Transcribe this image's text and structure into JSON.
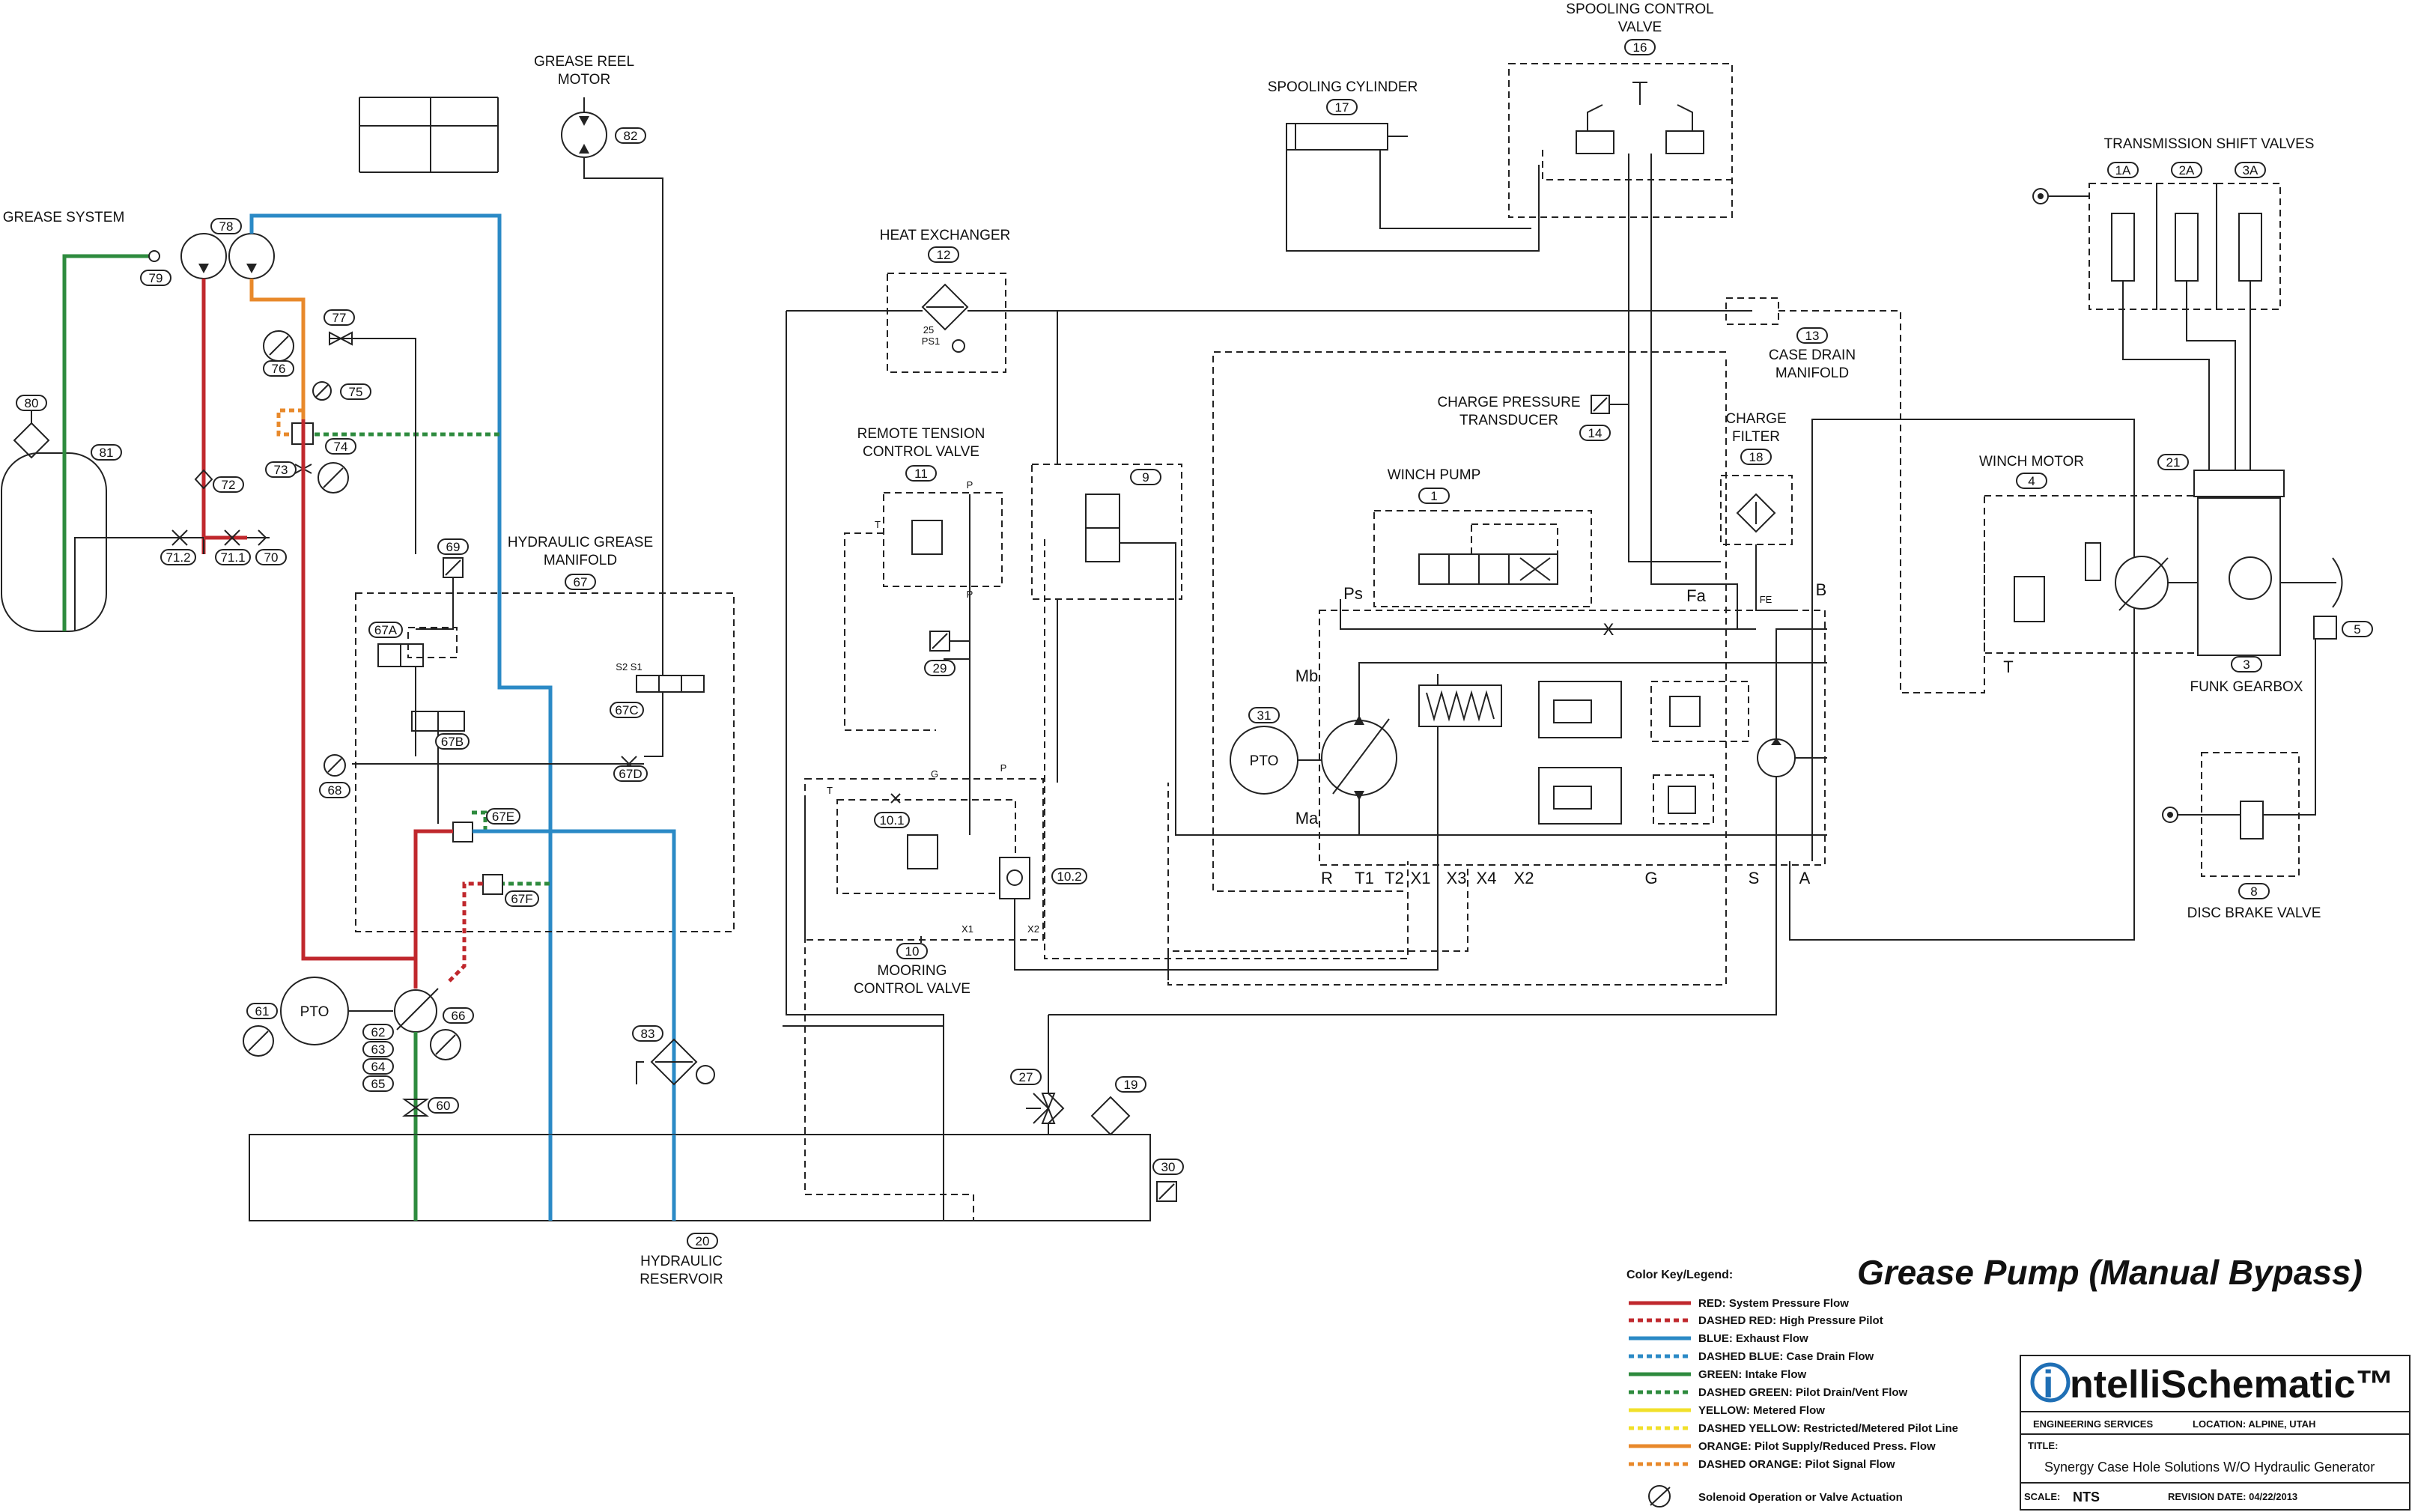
{
  "title": "Grease Pump (Manual Bypass)",
  "labels": {
    "grease_reel_motor": [
      "GREASE REEL",
      "MOTOR"
    ],
    "grease_system": "GREASE SYSTEM",
    "hydraulic_grease_manifold": [
      "HYDRAULIC GREASE",
      "MANIFOLD"
    ],
    "heat_exchanger": "HEAT EXCHANGER",
    "remote_tension_control_valve": [
      "REMOTE TENSION",
      "CONTROL VALVE"
    ],
    "mooring_control_valve": [
      "MOORING",
      "CONTROL VALVE"
    ],
    "spooling_cylinder": "SPOOLING CYLINDER",
    "spooling_control_valve": [
      "SPOOLING CONTROL",
      "VALVE"
    ],
    "case_drain_manifold": [
      "CASE DRAIN",
      "MANIFOLD"
    ],
    "charge_pressure_transducer": [
      "CHARGE PRESSURE",
      "TRANSDUCER"
    ],
    "charge_filter": [
      "CHARGE",
      "FILTER"
    ],
    "winch_pump": "WINCH PUMP",
    "winch_motor": "WINCH MOTOR",
    "transmission_shift_valves": "TRANSMISSION SHIFT VALVES",
    "funk_gearbox": "FUNK GEARBOX",
    "disc_brake_valve": "DISC BRAKE VALVE",
    "hydraulic_reservoir": [
      "HYDRAULIC",
      "RESERVOIR"
    ],
    "pto": "PTO"
  },
  "tags": {
    "t82": "82",
    "t78": "78",
    "t79": "79",
    "t80": "80",
    "t81": "81",
    "t77": "77",
    "t76": "76",
    "t75": "75",
    "t74": "74",
    "t73": "73",
    "t72": "72",
    "t712": "71.2",
    "t711": "71.1",
    "t70": "70",
    "t69": "69",
    "t67": "67",
    "t67a": "67A",
    "t67b": "67B",
    "t67c": "67C",
    "t67d": "67D",
    "t67e": "67E",
    "t67f": "67F",
    "t68": "68",
    "t61": "61",
    "t62": "62",
    "t63": "63",
    "t64": "64",
    "t65": "65",
    "t66": "66",
    "t60": "60",
    "t83": "83",
    "t20": "20",
    "t12": "12",
    "t11": "11",
    "t9": "9",
    "t29": "29",
    "t101": "10.1",
    "t102": "10.2",
    "t10": "10",
    "t27": "27",
    "t19": "19",
    "t30": "30",
    "t17": "17",
    "t16": "16",
    "t13": "13",
    "t14": "14",
    "t18": "18",
    "t1": "1",
    "t31": "31",
    "t4": "4",
    "t21": "21",
    "t1a": "1A",
    "t2a": "2A",
    "t3a": "3A",
    "t3": "3",
    "t5": "5",
    "t8": "8"
  },
  "ports": {
    "s2s1": "S2  S1",
    "p": "P",
    "t": "T",
    "g": "G",
    "x1": "X1",
    "x2": "X2",
    "ps": "Ps",
    "fa": "Fa",
    "fe": "FE",
    "b": "B",
    "x": "X",
    "mb": "Mb",
    "ma": "Ma",
    "r": "R",
    "t1": "T1",
    "t2": "T2",
    "x1b": "X1",
    "x3": "X3",
    "x4": "X4",
    "x2b": "X2",
    "gb": "G",
    "s": "S",
    "a": "A",
    "tm": "T",
    "ps1": "PS1",
    "n25": "25"
  },
  "legend": {
    "heading": "Color Key/Legend:",
    "items": [
      {
        "style": "solid",
        "color": "#c0282d",
        "text": "RED: System Pressure Flow"
      },
      {
        "style": "dashed",
        "color": "#c0282d",
        "text": "DASHED RED: High Pressure Pilot"
      },
      {
        "style": "solid",
        "color": "#2b8ac6",
        "text": "BLUE: Exhaust Flow"
      },
      {
        "style": "dashed",
        "color": "#2b8ac6",
        "text": "DASHED BLUE: Case Drain Flow"
      },
      {
        "style": "solid",
        "color": "#2e8b3e",
        "text": "GREEN: Intake Flow"
      },
      {
        "style": "dashed",
        "color": "#2e8b3e",
        "text": "DASHED GREEN: Pilot Drain/Vent Flow"
      },
      {
        "style": "solid",
        "color": "#f1e02a",
        "text": "YELLOW: Metered Flow"
      },
      {
        "style": "dashed",
        "color": "#f1e02a",
        "text": "DASHED YELLOW: Restricted/Metered Pilot Line"
      },
      {
        "style": "solid",
        "color": "#e8892b",
        "text": "ORANGE: Pilot Supply/Reduced Press. Flow"
      },
      {
        "style": "dashed",
        "color": "#e8892b",
        "text": "DASHED ORANGE: Pilot Signal Flow"
      }
    ],
    "solenoid": "Solenoid Operation or Valve Actuation"
  },
  "titleblock": {
    "brand_i": "i",
    "brand_rest": "ntelliSchematic™",
    "services": "ENGINEERING SERVICES",
    "location": "LOCATION: ALPINE, UTAH",
    "title_label": "TITLE:",
    "title_value": "Synergy Case Hole Solutions W/O Hydraulic Generator",
    "scale_label": "SCALE:",
    "scale_value": "NTS",
    "revision": "REVISION DATE: 04/22/2013"
  }
}
